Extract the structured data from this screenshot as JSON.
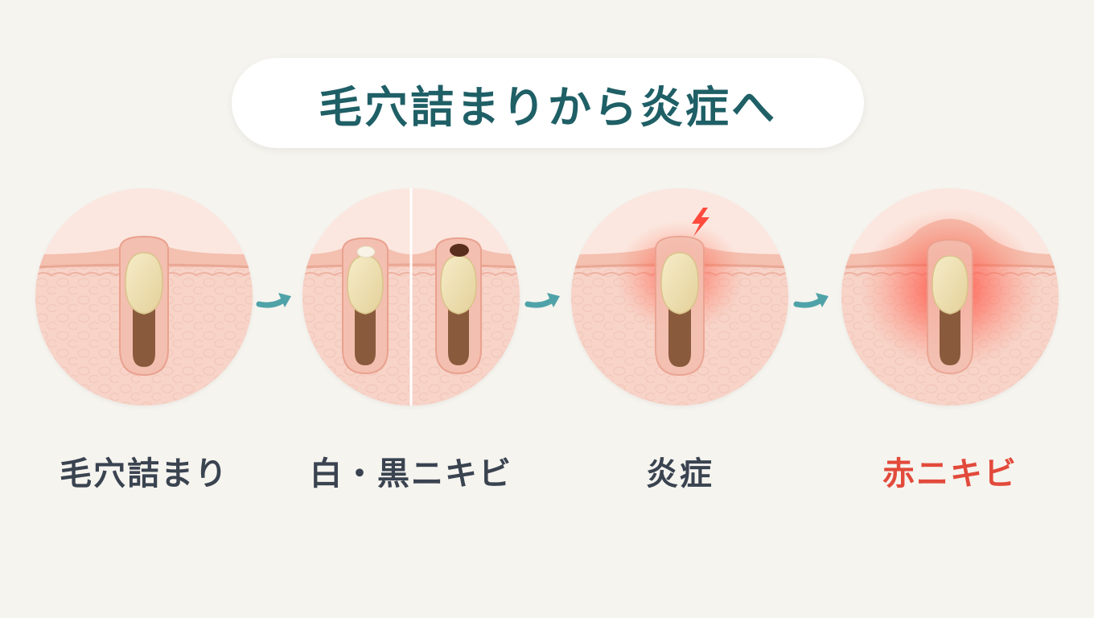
{
  "title": "毛穴詰まりから炎症へ",
  "stages": [
    {
      "label": "毛穴詰まり",
      "icon": "clogged-pore-icon"
    },
    {
      "label": "白・黒ニキビ",
      "icon": "white-black-comedone-icon"
    },
    {
      "label": "炎症",
      "icon": "inflamed-pore-icon"
    },
    {
      "label": "赤ニキビ",
      "icon": "red-pimple-icon"
    }
  ],
  "colors": {
    "title": "#1f5f66",
    "label": "#3a4350",
    "label_highlight": "#e24a3b",
    "arrow": "#4fa3a8",
    "skin_light": "#fbe7df",
    "skin_dermis": "#f7d3c8",
    "sebum": "#efe2b8",
    "hair_root": "#8a5a3c",
    "inflammation": "#ff4a3d"
  }
}
